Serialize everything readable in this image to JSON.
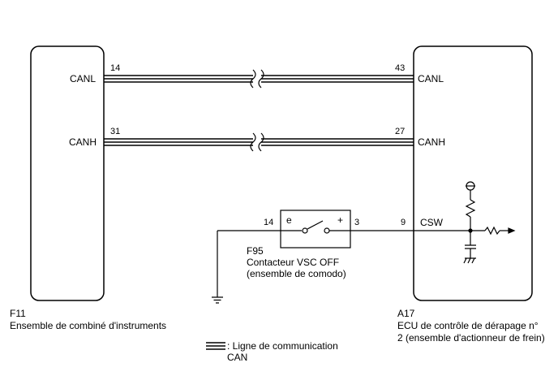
{
  "left_ecu": {
    "code": "F11",
    "name": "Ensemble de combiné d'instruments",
    "pins": [
      {
        "number": "14",
        "signal": "CANL"
      },
      {
        "number": "31",
        "signal": "CANH"
      }
    ]
  },
  "right_ecu": {
    "code": "A17",
    "name_line1": "ECU de contrôle de dérapage n°",
    "name_line2": "2 (ensemble d'actionneur de frein)",
    "pins": [
      {
        "number": "43",
        "signal": "CANL"
      },
      {
        "number": "27",
        "signal": "CANH"
      },
      {
        "number": "9",
        "signal": "CSW"
      }
    ]
  },
  "switch": {
    "code": "F95",
    "name_line1": "Contacteur VSC OFF",
    "name_line2": "(ensemble de comodo)",
    "terminal_left": "e",
    "terminal_right": "+",
    "pin_left": "14",
    "pin_right": "3"
  },
  "legend": {
    "line1": ": Ligne de communication",
    "line2": "CAN"
  }
}
